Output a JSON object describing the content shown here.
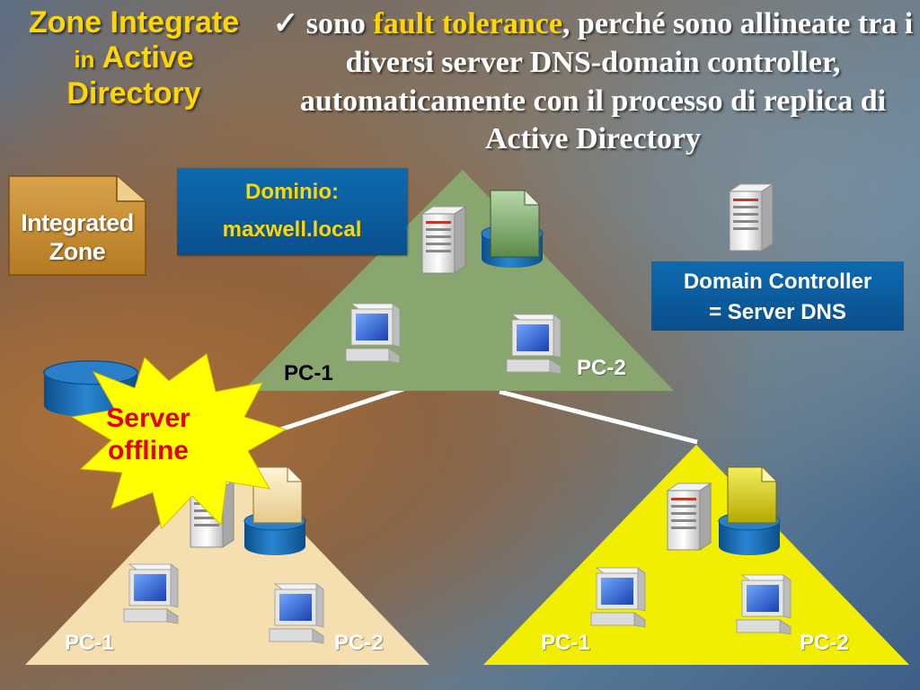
{
  "title": {
    "line1": "Zone Integrate",
    "line2_small": "in",
    "line2": "Active",
    "line3": "Directory"
  },
  "bullet": {
    "check": "✓",
    "part1": "sono",
    "highlight": "fault tolerance",
    "part2": ", perché sono allineate tra i diversi server DNS-domain controller, automaticamente con il processo di replica di Active Directory"
  },
  "legend": {
    "zone_line1": "Integrated",
    "zone_line2": "Zone"
  },
  "domain_box": {
    "label": "Dominio:",
    "value": "maxwell.local"
  },
  "dc_box": {
    "line1": "Domain Controller",
    "line2": "= Server DNS"
  },
  "starburst": {
    "line1": "Server",
    "line2": "offline"
  },
  "sites": [
    {
      "pc1": "PC-1",
      "pc2": "PC-2",
      "fill": "#8aa66f"
    },
    {
      "pc1": "PC-1",
      "pc2": "PC-2",
      "fill": "#f5deb0"
    },
    {
      "pc1": "PC-1",
      "pc2": "PC-2",
      "fill": "#f2ee02"
    }
  ],
  "colors": {
    "title": "#ffd700",
    "highlight": "#ffd700",
    "box": "#0a5b9e",
    "offline": "#e00000",
    "star": "#ffff00",
    "cylinder": "#1670b8"
  },
  "icons": [
    "server-icon",
    "zone-file-icon",
    "database-cylinder-icon",
    "computer-icon",
    "starburst-icon",
    "checkmark-icon"
  ]
}
